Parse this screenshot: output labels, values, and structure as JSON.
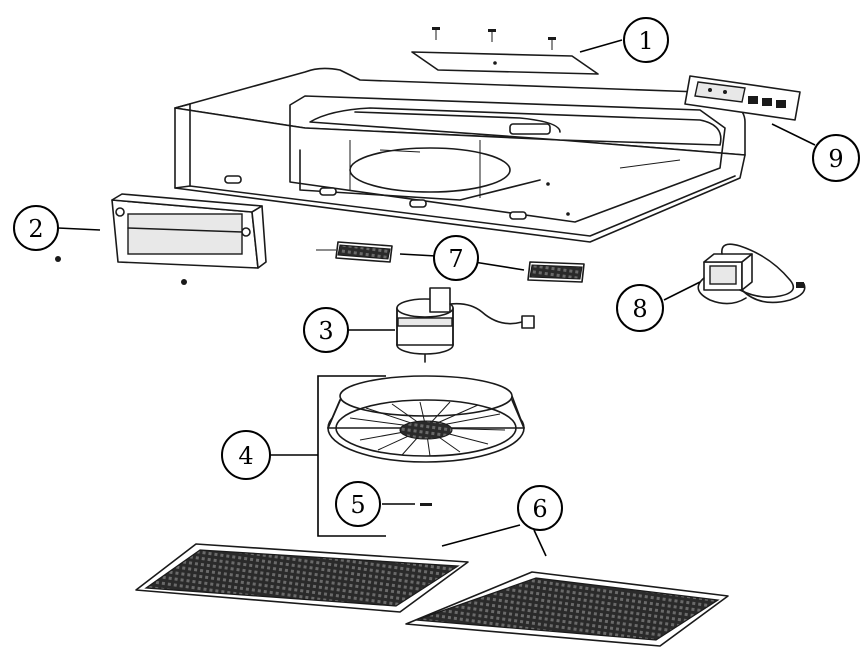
{
  "callouts": [
    {
      "id": "1",
      "label": "1"
    },
    {
      "id": "2",
      "label": "2"
    },
    {
      "id": "3",
      "label": "3"
    },
    {
      "id": "4",
      "label": "4"
    },
    {
      "id": "5",
      "label": "5"
    },
    {
      "id": "6",
      "label": "6"
    },
    {
      "id": "7",
      "label": "7"
    },
    {
      "id": "8",
      "label": "8"
    },
    {
      "id": "9",
      "label": "9"
    }
  ],
  "colors": {
    "line": "#1a1a1a",
    "background": "#ffffff",
    "mesh": "#2a2a2a"
  }
}
